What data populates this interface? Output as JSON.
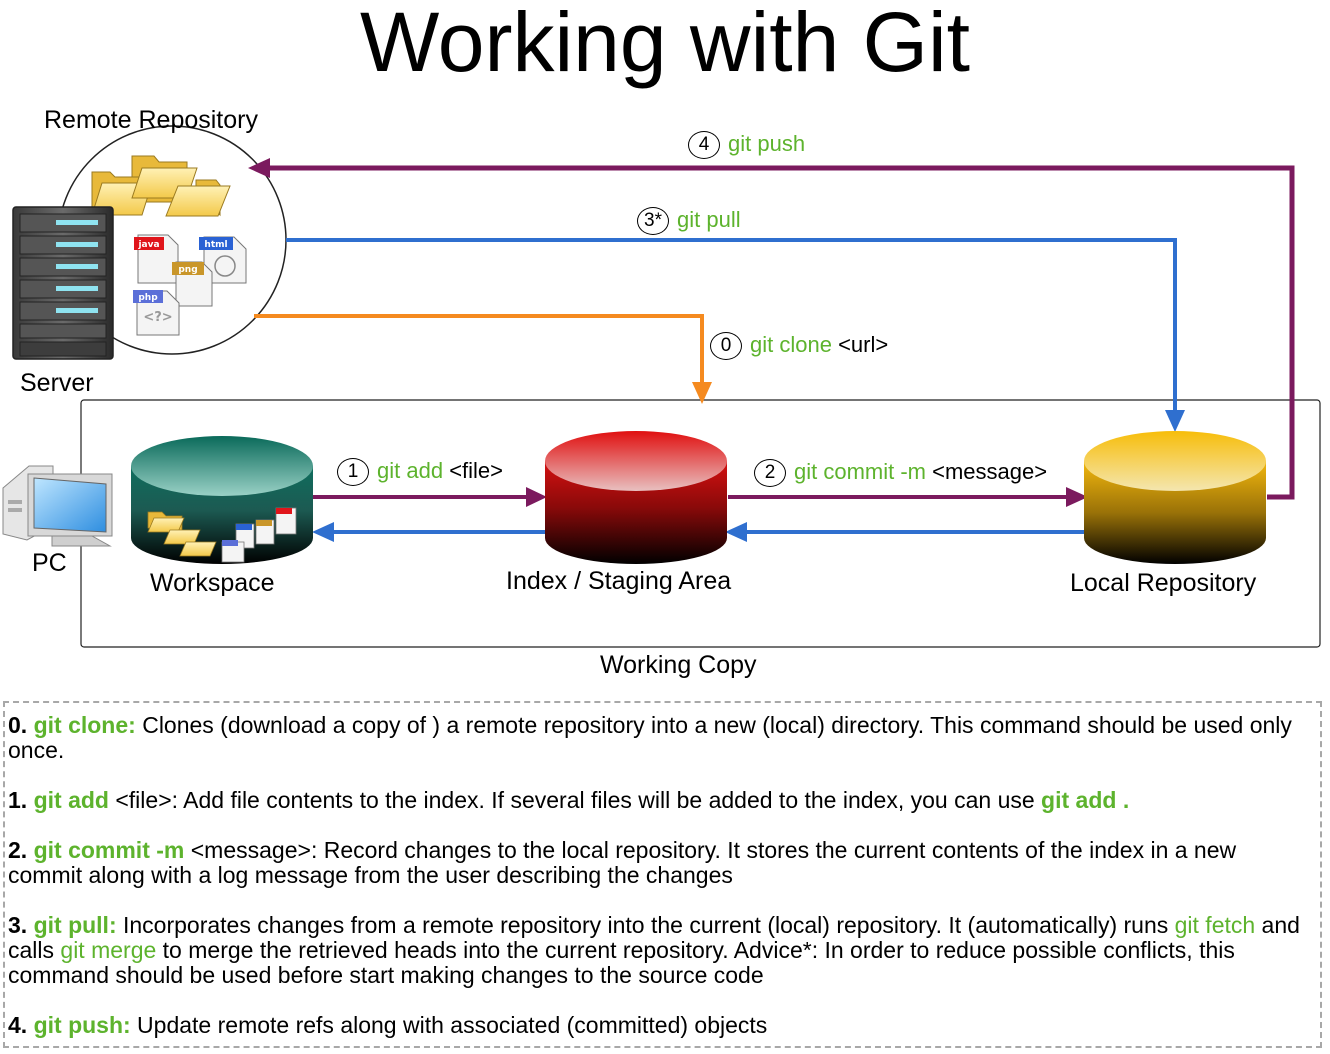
{
  "title": "Working with Git",
  "labels": {
    "remote_repository": "Remote Repository",
    "server": "Server",
    "pc": "PC",
    "workspace": "Workspace",
    "index": "Index / Staging Area",
    "local_repository": "Local Repository",
    "working_copy": "Working Copy"
  },
  "commands": {
    "push": {
      "num": "4",
      "cmd": "git push",
      "arg": ""
    },
    "pull": {
      "num": "3*",
      "cmd": "git pull",
      "arg": ""
    },
    "clone": {
      "num": "0",
      "cmd": "git clone",
      "arg": "<url>"
    },
    "add": {
      "num": "1",
      "cmd": "git add",
      "arg": "<file>"
    },
    "commit": {
      "num": "2",
      "cmd": "git commit -m",
      "arg": "<message>"
    }
  },
  "file_icons": {
    "java": "java",
    "html": "html",
    "png": "png",
    "php": "php",
    "php_glyph": "<?>"
  },
  "colors": {
    "green": "#5db32d",
    "push_arrow": "#7b1a5e",
    "pull_arrow": "#2f6fcf",
    "clone_arrow": "#f58a1f",
    "workspace_db": "#0f6e5e",
    "index_db": "#d41010",
    "local_db": "#f2b70e"
  },
  "descriptions": {
    "d0": {
      "num": "0.",
      "cmd": "git clone:",
      "text": " Clones (download a copy of ) a  remote repository into a new (local) directory. This command should be used only once."
    },
    "d1": {
      "num": "1.",
      "cmd": "git add",
      "text": " <file>: Add file contents to the index. If several files will be added to the index, you can use ",
      "cmd2": "git add ."
    },
    "d2": {
      "num": "2.",
      "cmd": "git commit -m",
      "text": " <message>: Record changes to the local  repository. It stores the current contents of the index in a new commit along with a log message from the user describing the changes"
    },
    "d3": {
      "num": "3.",
      "cmd": "git pull:",
      "text": " Incorporates changes from a remote repository into the current (local) repository. It (automatically) runs ",
      "cmd2": "git fetch",
      "text2": "  and calls ",
      "cmd3": "git merge",
      "text3": " to merge the retrieved heads into the current repository. Advice*: In order to reduce possible conflicts, this command should be used before start making changes to the source code"
    },
    "d4": {
      "num": "4.",
      "cmd": "git push:",
      "text": "  Update remote refs along with associated (committed) objects"
    }
  }
}
